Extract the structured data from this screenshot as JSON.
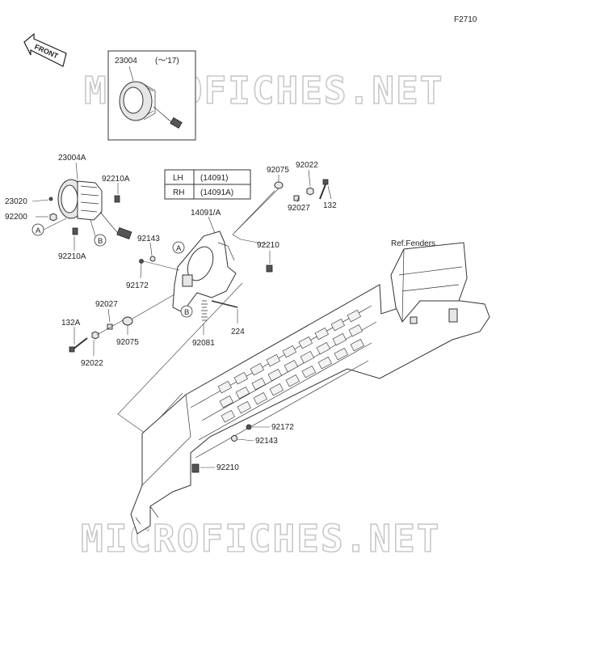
{
  "figure_code": "F2710",
  "front_arrow_label": "FRONT",
  "watermark": "MICROFICHES.NET",
  "variant_table": {
    "rows": [
      {
        "side": "LH",
        "code": "(14091)"
      },
      {
        "side": "RH",
        "code": "(14091A)"
      }
    ]
  },
  "inset_labels": {
    "part": "23004",
    "years": "(～'17)"
  },
  "ref_label": "Ref.Fenders",
  "callouts": {
    "A": "A",
    "B": "B"
  },
  "part_labels": {
    "p23004A": "23004A",
    "p92210A_top": "92210A",
    "p23020": "23020",
    "p92200": "92200",
    "p92210A_bot": "92210A",
    "p14091A": "14091/A",
    "p92143_top": "92143",
    "p92172_top": "92172",
    "p92075_right": "92075",
    "p92022_right": "92022",
    "p132": "132",
    "p92027_right": "92027",
    "p92210_mid": "92210",
    "p92027_left": "92027",
    "p132A": "132A",
    "p92075_left": "92075",
    "p92022_left": "92022",
    "p92081": "92081",
    "p224": "224",
    "p92172_low": "92172",
    "p92143_low": "92143",
    "p92210_low": "92210"
  }
}
